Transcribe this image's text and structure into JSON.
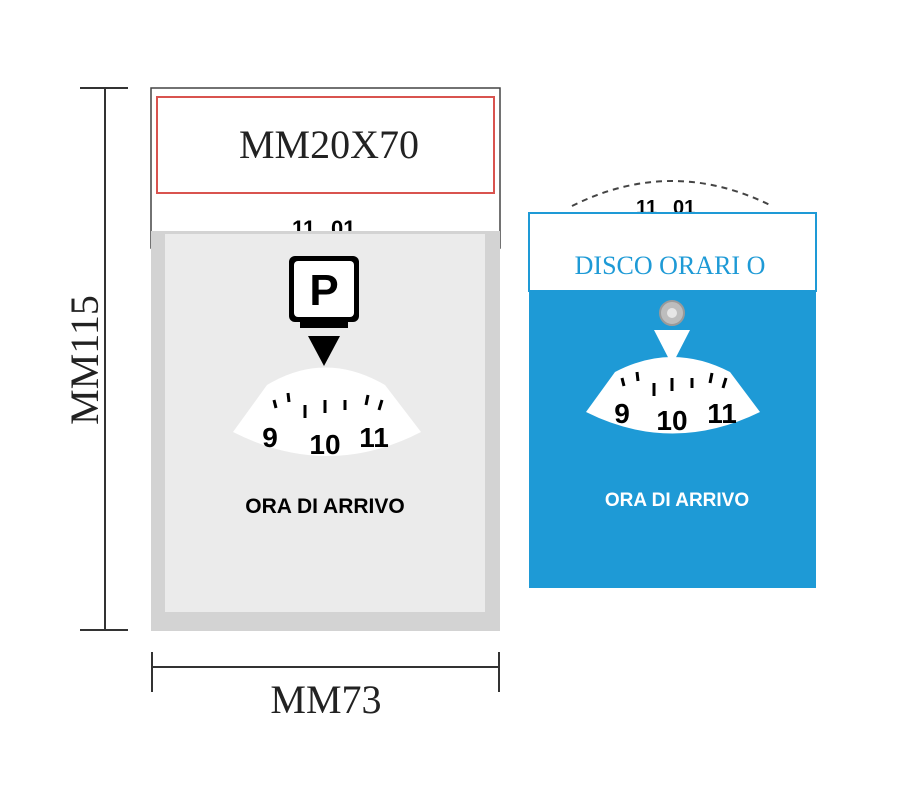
{
  "dimensions": {
    "height_label": "MM115",
    "width_label": "MM73",
    "window_label": "MM20X70"
  },
  "disc_grey": {
    "parking_icon": "parking-sign-icon",
    "arrow_icon": "arrow-down-icon",
    "dial_numbers": [
      "9",
      "10",
      "11"
    ],
    "caption": "ORA DI ARRIVO",
    "colors": {
      "face": "#e9e9e9",
      "border": "#d3d3d3",
      "text": "#000000"
    }
  },
  "disc_blue": {
    "title": "DISCO ORARI O",
    "dial_numbers": [
      "9",
      "10",
      "11"
    ],
    "caption": "ORA DI ARRIVO",
    "colors": {
      "face": "#1e9ad6",
      "title_text": "#1e9ad6",
      "caption": "#ffffff"
    }
  }
}
